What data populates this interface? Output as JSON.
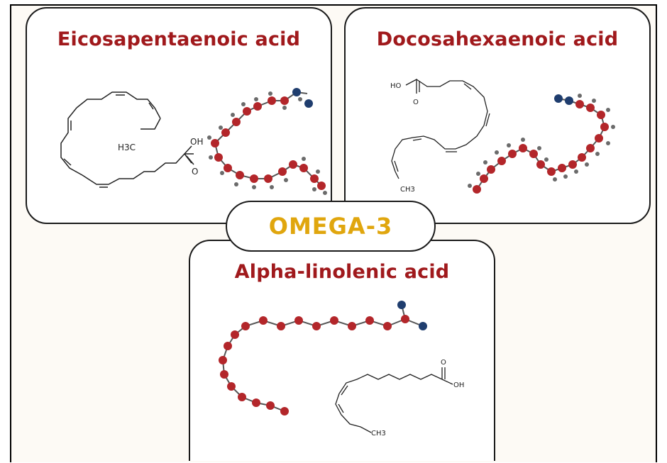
{
  "panels": {
    "epa": {
      "title": "Eicosapentaenoic acid",
      "formula_ch3": "H3C",
      "formula_oh": "OH",
      "formula_o": "O"
    },
    "dha": {
      "title": "Docosahexaenoic acid",
      "formula_ho": "HO",
      "formula_o": "O",
      "formula_ch3": "CH3"
    },
    "ala": {
      "title": "Alpha-linolenic acid",
      "formula_oh": "OH",
      "formula_o": "O",
      "formula_ch3": "CH3"
    }
  },
  "badge": {
    "label": "OMEGA-3"
  },
  "colors": {
    "title_red": "#a0191c",
    "badge_gold": "#e0a60e",
    "atom_carbon": "#b3262a",
    "atom_oxygen": "#1f3d6e",
    "atom_hydrogen": "#6b6b6b"
  }
}
